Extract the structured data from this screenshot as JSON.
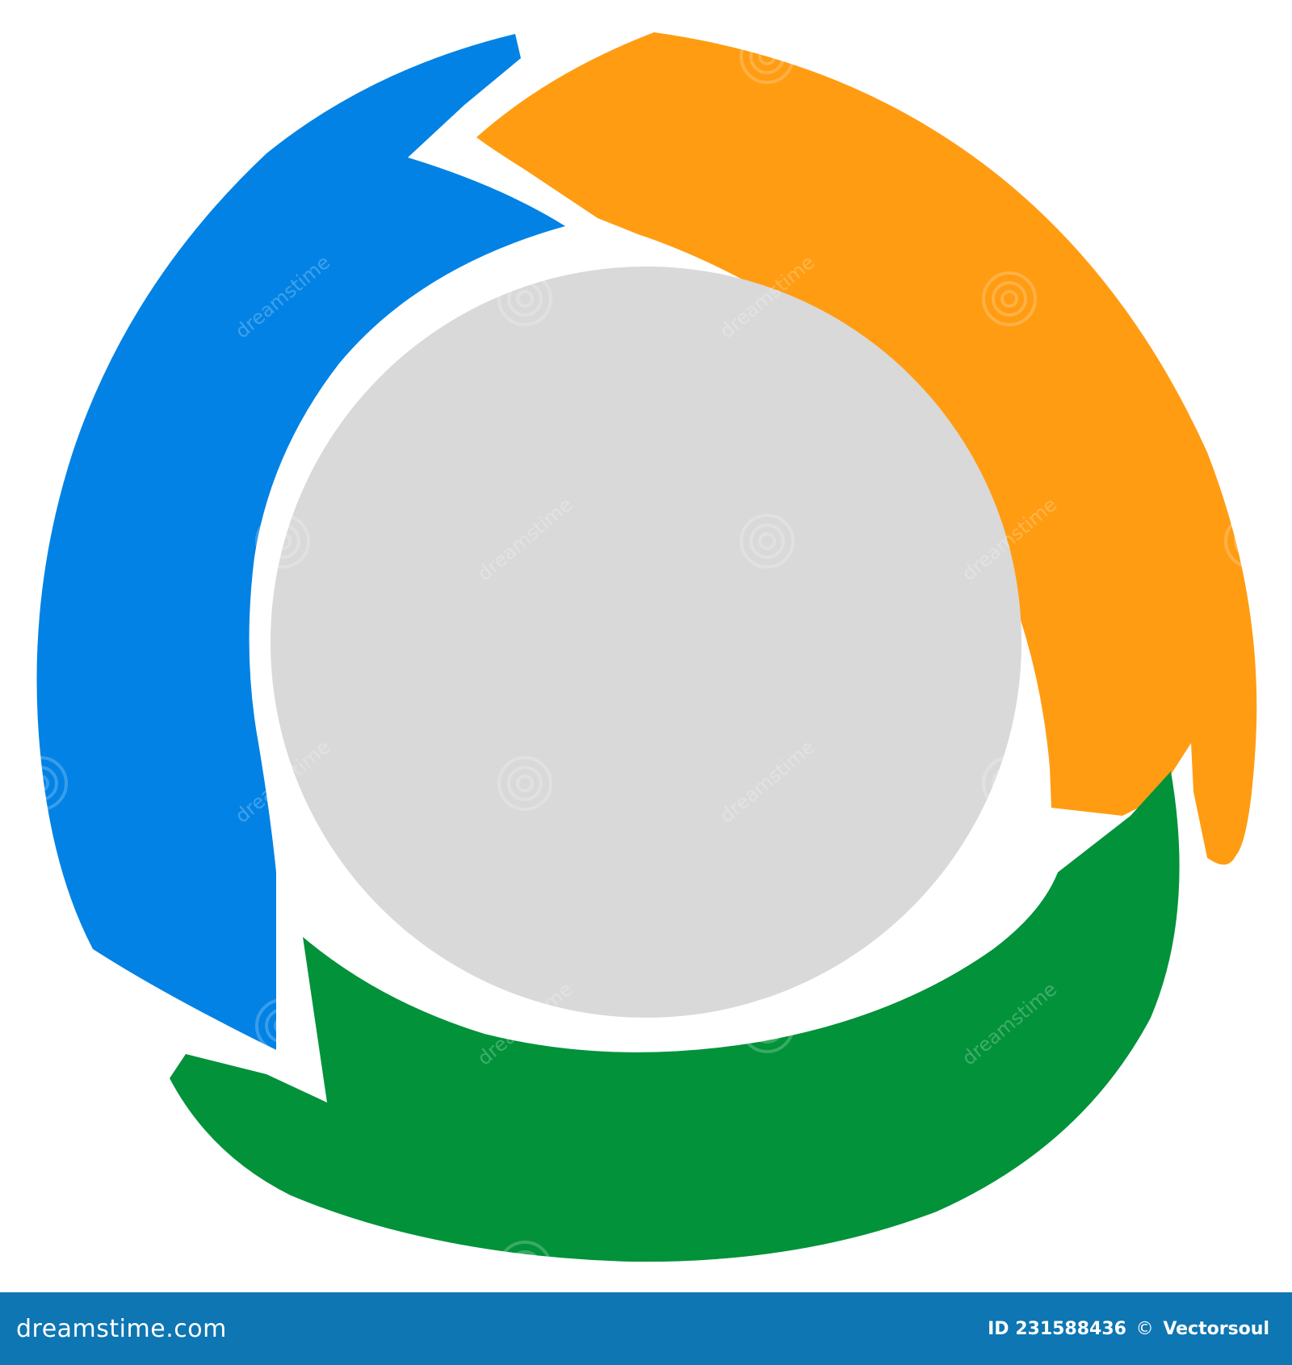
{
  "colors": {
    "blue": "#0282E4",
    "orange": "#FF9C12",
    "green": "#02923A",
    "center": "#D9D9D9",
    "footer": "#0E76B2"
  },
  "diagram": {
    "type": "three-arrow cycle",
    "segments": [
      {
        "color_name": "blue",
        "icon": "curved-arrow-icon"
      },
      {
        "color_name": "orange",
        "icon": "curved-arrow-icon"
      },
      {
        "color_name": "green",
        "icon": "curved-arrow-icon"
      }
    ],
    "center_circle": "blank"
  },
  "watermark": {
    "text": "dreamstime",
    "icon": "spiral-logo-icon"
  },
  "footer": {
    "site": "dreamstime.com",
    "id_label": "ID 231588436",
    "copyright_symbol": "©",
    "author": "Vectorsoul"
  }
}
